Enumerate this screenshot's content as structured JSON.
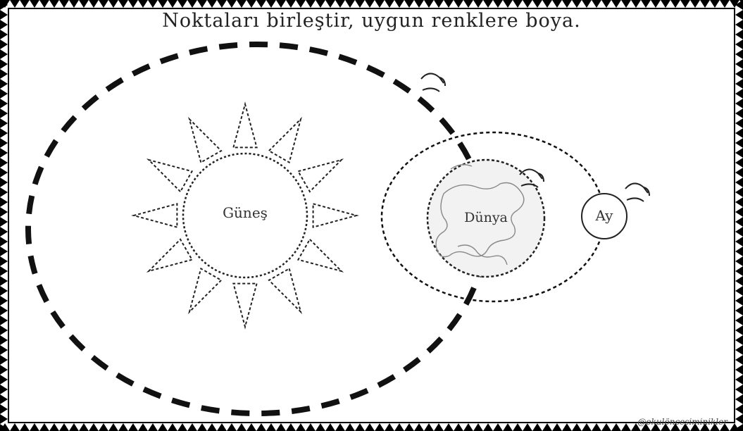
{
  "worksheet": {
    "title": "Noktaları birleştir, uygun renklere boya.",
    "credit": "@okulöncesiminikler"
  },
  "bodies": {
    "sun": "Güneş",
    "earth": "Dünya",
    "moon": "Ay"
  },
  "colors": {
    "ink": "#111111",
    "paper": "#ffffff",
    "border": "#000000"
  }
}
